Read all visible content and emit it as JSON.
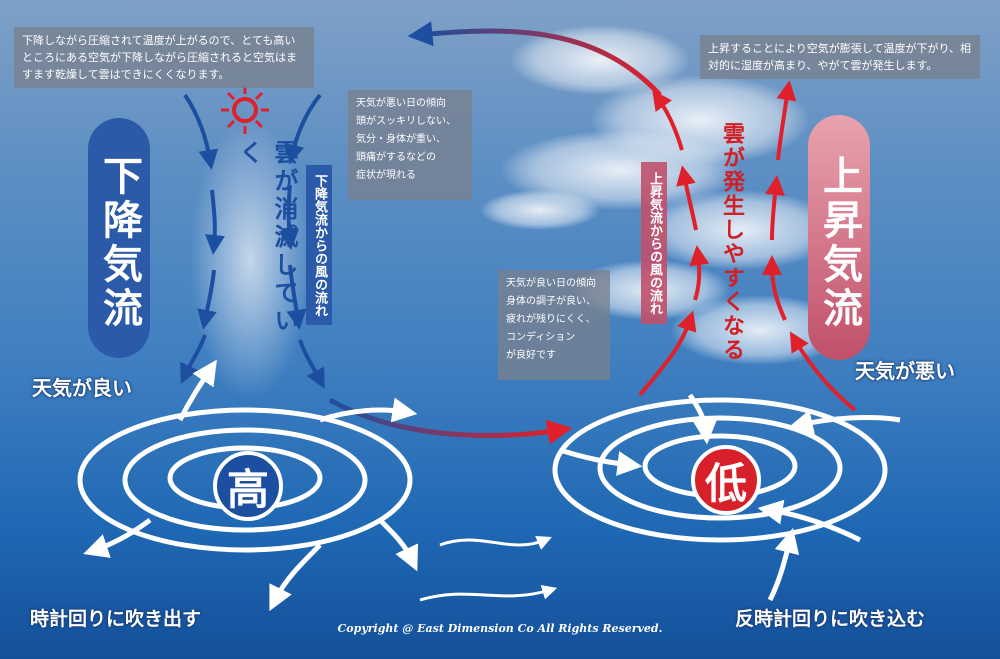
{
  "high": {
    "title": "下降気流",
    "center": "高",
    "cloud_text": "雲が消滅していく",
    "flow_label": "下降気流からの風の流れ",
    "weather": "天気が良い",
    "rotation": "時計回りに吹き出す",
    "note": "下降しながら圧縮されて温度が上がるので、とても高いところにある空気が下降しながら圧縮されると空気はますます乾燥して雲はできにくくなります。",
    "tendency": "天気が悪い日の傾向\n頭がスッキリしない、\n気分・身体が重い、\n頭痛がするなどの\n症状が現れる"
  },
  "low": {
    "title": "上昇気流",
    "center": "低",
    "cloud_text": "雲が発生しやすくなる",
    "flow_label": "上昇気流からの風の流れ",
    "weather": "天気が悪い",
    "rotation": "反時計回りに吹き込む",
    "note": "上昇することにより空気が膨張して温度が下がり、相対的に湿度が高まり、やがて雲が発生します。",
    "tendency": "天気が良い日の傾向\n身体の調子が良い、\n疲れが残りにくく、\nコンディション\nが良好です"
  },
  "copyright": "Copyright @ East Dimension Co All Rights Reserved.",
  "colors": {
    "high_blue": "#1d4fa0",
    "low_red": "#e02020",
    "pill_blue": "#2a5aa8",
    "pill_red": "#c0506a"
  },
  "icons": {
    "sun": "sun-icon"
  }
}
